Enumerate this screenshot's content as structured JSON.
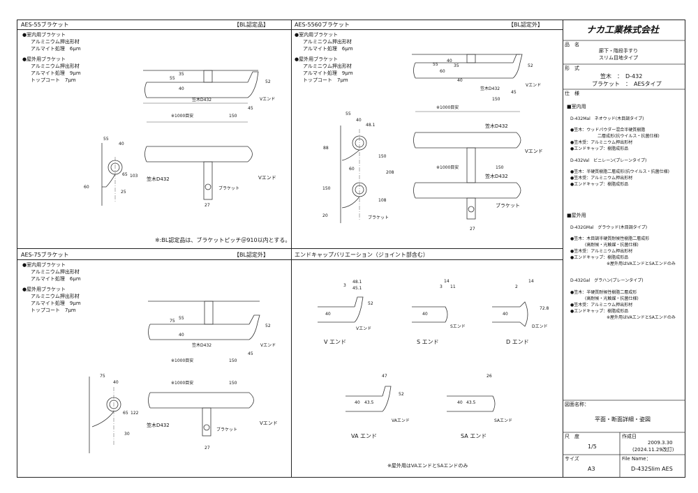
{
  "panels": {
    "aes55": {
      "title": "AES-55ブラケット",
      "badge": "【BL認定品】",
      "spec_indoor": [
        "●室内用ブラケット",
        "アルミニウム押出形材",
        "アルマイト処理　6μm"
      ],
      "spec_outdoor": [
        "●屋外用ブラケット",
        "アルミニウム押出形材",
        "アルマイト処理　9μm",
        "トップコート　7μm"
      ],
      "dims": [
        "55",
        "35",
        "40",
        "52",
        "45",
        "150",
        "※1000目安",
        "笠木D432",
        "Vエンド",
        "40",
        "55",
        "60",
        "103",
        "25",
        "65",
        "27",
        "ブラケット"
      ],
      "note": "※:BL認定品は、ブラケットピッチ＠910以内とする。"
    },
    "aes5560": {
      "title": "AES-5560ブラケット",
      "badge": "【BL認定外】",
      "spec_indoor": [
        "●室内用ブラケット",
        "アルミニウム押出形材",
        "アルマイト処理　6μm"
      ],
      "spec_outdoor": [
        "●屋外用ブラケット",
        "アルミニウム押出形材",
        "アルマイト処理　9μm",
        "トップコート　7μm"
      ],
      "dims": [
        "55",
        "40",
        "35",
        "60",
        "40",
        "52",
        "笠木D432",
        "45",
        "150",
        "※1000目安",
        "48.1",
        "40",
        "55",
        "88",
        "150",
        "208",
        "60",
        "108",
        "150",
        "20",
        "Vエンド",
        "ブラケット",
        "27"
      ]
    },
    "aes75": {
      "title": "AES-75ブラケット",
      "badge": "【BL認定外】",
      "spec_indoor": [
        "●室内用ブラケット",
        "アルミニウム押出形材",
        "アルマイト処理　6μm"
      ],
      "spec_outdoor": [
        "●屋外用ブラケット",
        "アルミニウム押出形材",
        "アルマイト処理　9μm",
        "トップコート　7μm"
      ],
      "dims": [
        "75",
        "55",
        "40",
        "52",
        "笠木D432",
        "45",
        "150",
        "※1000目安",
        "75",
        "40",
        "122",
        "65",
        "30",
        "27",
        "Vエンド",
        "ブラケット"
      ]
    },
    "endcap": {
      "title": "エンドキャップバリエーション（ジョイント部含む）",
      "v_label": "V エンド",
      "s_label": "S エンド",
      "d_label": "D エンド",
      "va_label": "VA エンド",
      "sa_label": "SA エンド",
      "v_dims": [
        "48.1",
        "45.1",
        "3",
        "40",
        "52",
        "Vエンド"
      ],
      "s_dims": [
        "14",
        "3",
        "11",
        "40",
        "Sエンド"
      ],
      "d_dims": [
        "14",
        "2",
        "72.8",
        "40",
        "Dエンド"
      ],
      "va_dims": [
        "47",
        "43.5",
        "52",
        "40",
        "VAエンド"
      ],
      "sa_dims": [
        "26",
        "43.5",
        "40",
        "SAエンド"
      ],
      "note": "※屋外用はVAエンドとSAエンドのみ"
    }
  },
  "titleblock": {
    "company": "ナカ工業株式会社",
    "hinmei_label": "品　名",
    "hinmei": [
      "廊下・階段手すり",
      "スリム目地タイプ"
    ],
    "keishiki_label": "形　式",
    "keishiki": [
      "笠木　：　D-432",
      "ブラケット　：　AESタイプ"
    ],
    "shiyo_label": "仕　様",
    "indoor_head": "■室内用",
    "indoor_items": [
      {
        "name": "D-432Mal　ネオウッド(木目調タイプ)",
        "lines": [
          "●笠木：ウッドパウダー混合半硬質樹脂",
          "二層成形(抗ウイルス・抗菌仕様)",
          "●笠木受：アルミニウム押出形材",
          "●エンドキャップ：樹脂成形品"
        ]
      },
      {
        "name": "D-432Val　ビニレーン(プレーンタイプ)",
        "lines": [
          "●笠木：半硬質樹脂二層成形(抗ウイルス・抗菌仕様)",
          "●笠木受：アルミニウム押出形材",
          "●エンドキャップ：樹脂成形品"
        ]
      }
    ],
    "outdoor_head": "■屋外用",
    "outdoor_items": [
      {
        "name": "D-432GMal　グラウッド(木目調タイプ)",
        "lines": [
          "●笠木：木目調半硬質耐候性樹脂二層成形",
          "(高耐候・光触媒・抗菌仕様)",
          "●笠木受：アルミニウム押出形材",
          "●エンドキャップ：樹脂成形品",
          "※屋外用はVAエンドとSAエンドのみ"
        ]
      },
      {
        "name": "D-432Gal　グラハン(プレーンタイプ)",
        "lines": [
          "●笠木：半硬質耐候性樹脂二層成形",
          "(高耐候・光触媒・抗菌仕様)",
          "●笠木受：アルミニウム押出形材",
          "●エンドキャップ：樹脂成形品",
          "※屋外用はVAエンドとSAエンドのみ"
        ]
      }
    ],
    "zumen_label": "図面名称：",
    "zumen": "平面・断面詳細・姿図",
    "shakudo_label": "尺　度",
    "shakudo": "1/5",
    "sakusei_label": "作成日",
    "sakusei": [
      "2009.3.30",
      "(2024.11.29改訂)"
    ],
    "size_label": "サイズ",
    "size": "A3",
    "file_label": "File Name：",
    "file": "D-432Slim AES"
  }
}
